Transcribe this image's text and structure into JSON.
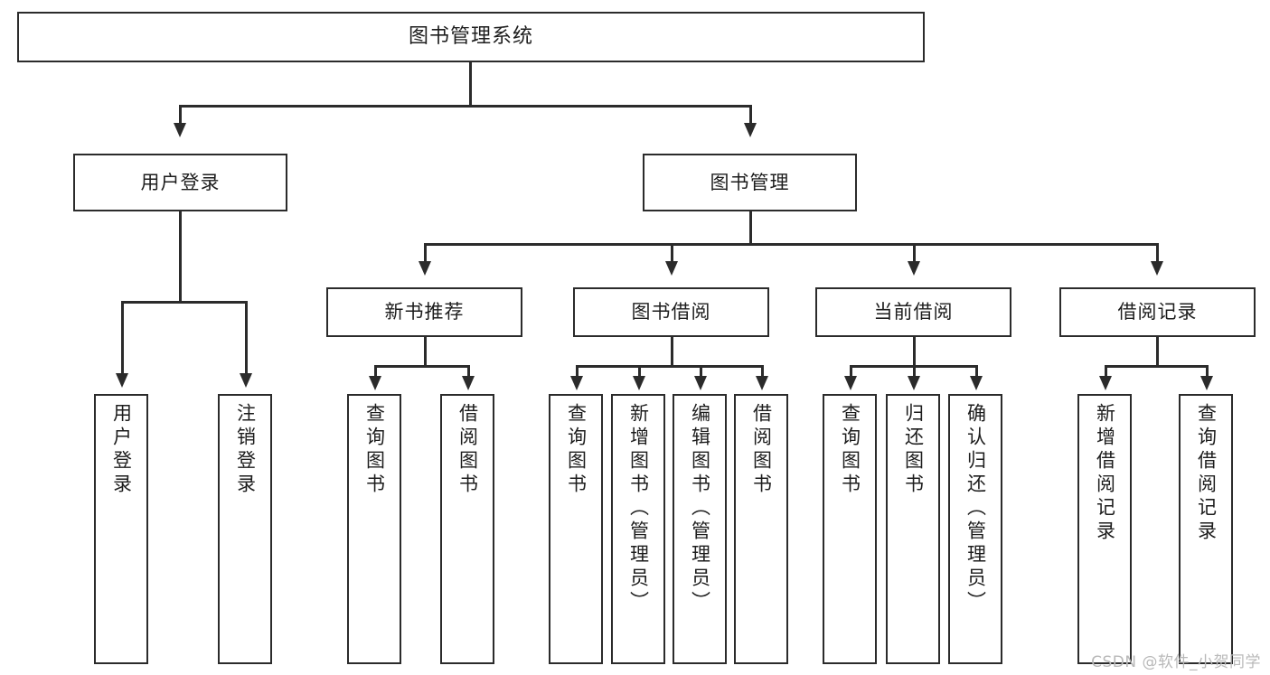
{
  "diagram": {
    "title": "图书管理系统",
    "watermark": "CSDN @软件_小贺同学",
    "nodes": {
      "root": "图书管理系统",
      "level2": {
        "user_login": "用户登录",
        "book_manage": "图书管理"
      },
      "level3": {
        "new_book_recommend": "新书推荐",
        "book_borrow": "图书借阅",
        "current_borrow": "当前借阅",
        "borrow_record": "借阅记录"
      },
      "leaves": {
        "user_login_1": "用户登录",
        "user_login_2": "注销登录",
        "recommend_1": "查询图书",
        "recommend_2": "借阅图书",
        "borrow_1": "查询图书",
        "borrow_2": "新增图书（管理员）",
        "borrow_3": "编辑图书（管理员）",
        "borrow_4": "借阅图书",
        "current_1": "查询图书",
        "current_2": "归还图书",
        "current_3": "确认归还（管理员）",
        "record_1": "新增借阅记录",
        "record_2": "查询借阅记录"
      }
    },
    "colors": {
      "stroke": "#2b2b2b",
      "fill": "#ffffff",
      "text": "#1d1d1d",
      "watermark": "#b9b9b9"
    }
  }
}
